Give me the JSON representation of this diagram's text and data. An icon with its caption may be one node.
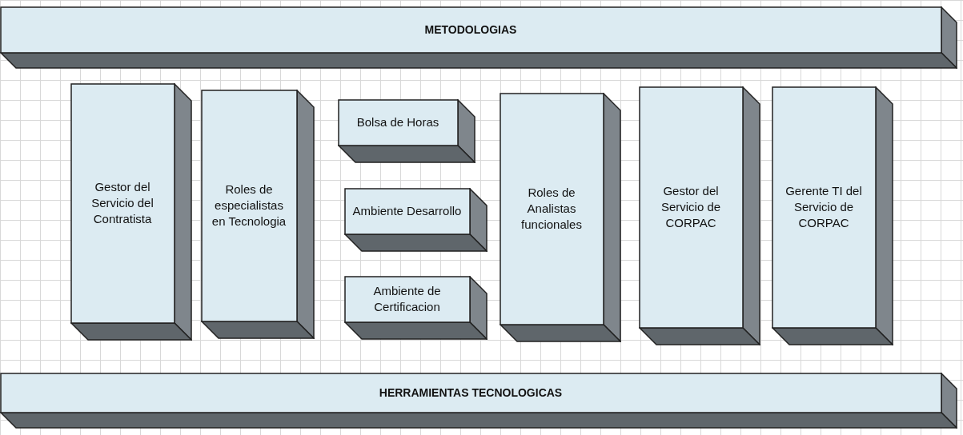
{
  "diagram": {
    "nodes": [
      {
        "text": [
          "METODOLOGIAS"
        ]
      },
      {
        "text": [
          "Gestor del Servicio del Contratista"
        ]
      },
      {
        "text": [
          "Roles de especialistas en Tecnologia"
        ]
      },
      {
        "text": [
          "Bolsa de Horas"
        ]
      },
      {
        "text": [
          "Ambiente Desarrollo"
        ]
      },
      {
        "text": [
          "Ambiente de Certificacion"
        ]
      },
      {
        "text": [
          "Roles de Analistas funcionales"
        ]
      },
      {
        "text": [
          "Gestor del Servicio de CORPAC"
        ]
      },
      {
        "text": [
          "Gerente TI del Servicio de CORPAC"
        ]
      },
      {
        "text": [
          "HERRAMIENTAS TECNOLOGICAS"
        ]
      }
    ]
  }
}
